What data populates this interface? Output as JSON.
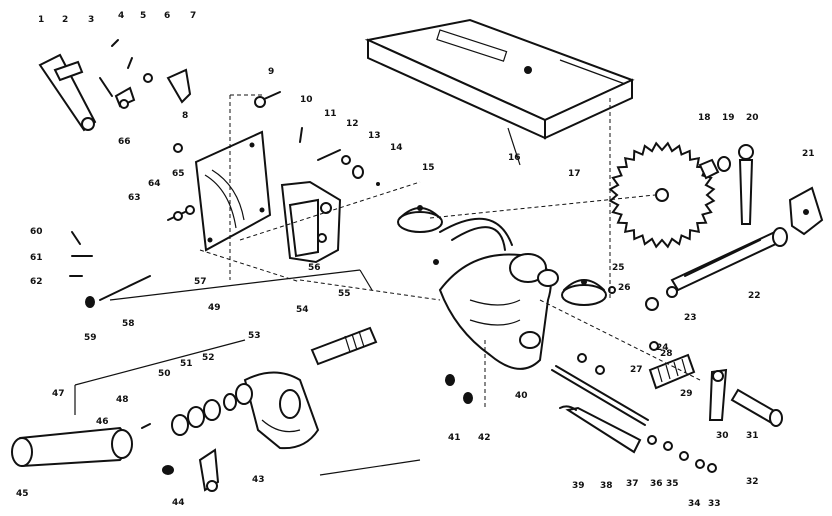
{
  "callouts": [
    "1",
    "2",
    "3",
    "4",
    "5",
    "6",
    "7",
    "8",
    "9",
    "10",
    "11",
    "12",
    "13",
    "14",
    "15",
    "16",
    "17",
    "18",
    "19",
    "20",
    "21",
    "22",
    "23",
    "24",
    "25",
    "26",
    "27",
    "28",
    "29",
    "30",
    "31",
    "32",
    "33",
    "34",
    "35",
    "36",
    "37",
    "38",
    "39",
    "40",
    "41",
    "42",
    "43",
    "44",
    "45",
    "46",
    "47",
    "48",
    "49",
    "50",
    "51",
    "52",
    "53",
    "54",
    "55",
    "56",
    "57",
    "58",
    "59",
    "60",
    "61",
    "62",
    "63",
    "64",
    "65",
    "66"
  ]
}
